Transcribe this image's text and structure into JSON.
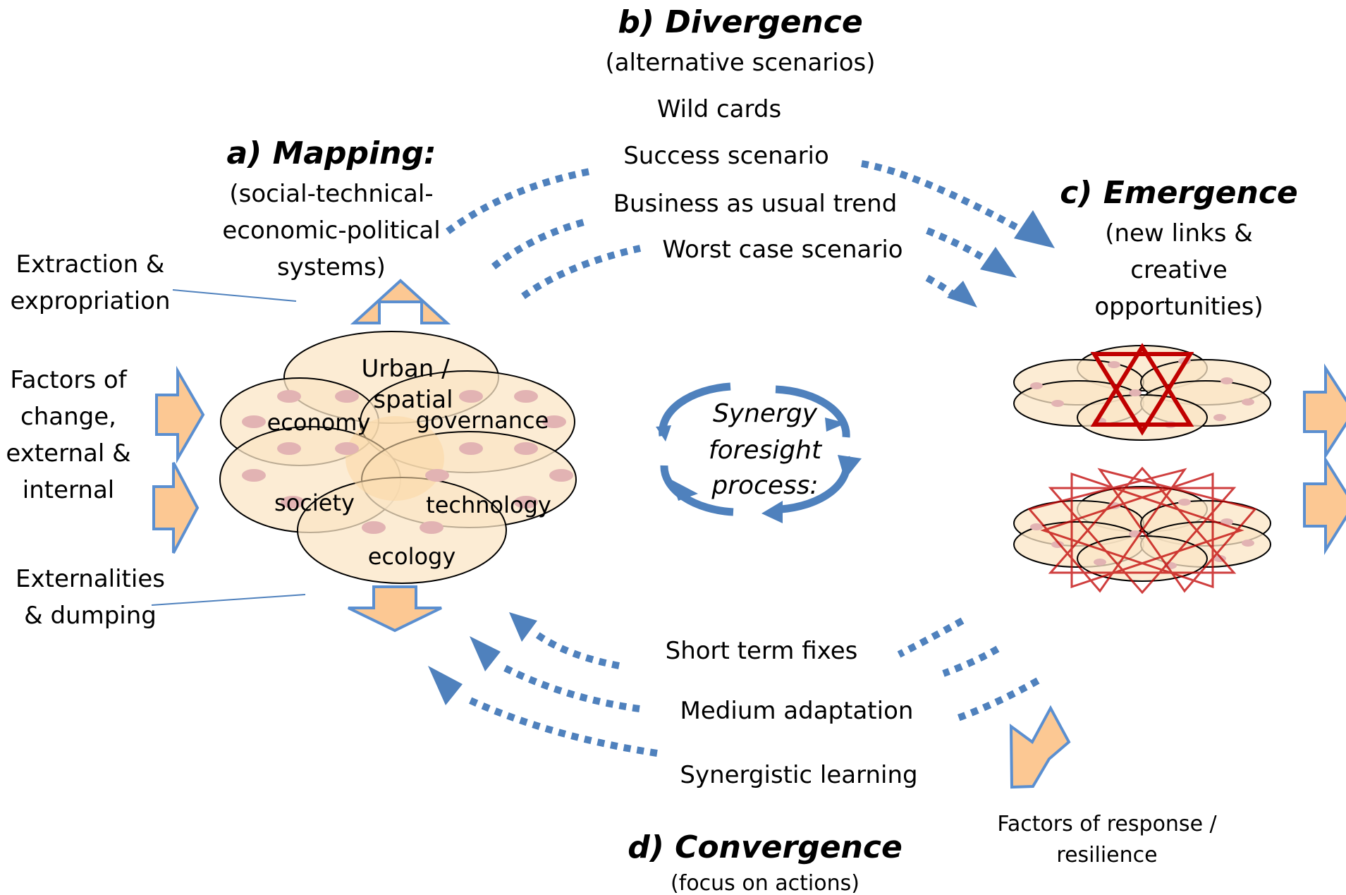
{
  "divergence": {
    "title": "b) Divergence",
    "subtitle": "(alternative scenarios)",
    "scenarios": [
      "Wild cards",
      "Success scenario",
      "Business as usual trend",
      "Worst case scenario"
    ]
  },
  "mapping": {
    "title": "a) Mapping:",
    "subtitle_lines": [
      "(social-technical-",
      "economic-political",
      "systems)"
    ],
    "domains": [
      "Urban /",
      "spatial",
      "economy",
      "governance",
      "society",
      "technology",
      "ecology"
    ]
  },
  "emergence": {
    "title": "c) Emergence",
    "subtitle_lines": [
      "(new links &",
      "creative",
      "opportunities)"
    ]
  },
  "convergence": {
    "title": "d) Convergence",
    "subtitle": "(focus on actions)",
    "actions": [
      "Short term fixes",
      "Medium adaptation",
      "Synergistic learning"
    ]
  },
  "left_factors": {
    "extraction": [
      "Extraction &",
      "expropriation"
    ],
    "change": [
      "Factors of",
      "change,",
      "external &",
      "internal"
    ],
    "externalities": [
      "Externalities",
      "& dumping"
    ]
  },
  "response": [
    "Factors of response /",
    "resilience"
  ],
  "center": [
    "Synergy",
    "foresight",
    "process:"
  ],
  "colors": {
    "arrow_blue": "#4f81bd",
    "block_fill": "#fcc893",
    "ellipse_fill": "#fbe6c6",
    "star_red": "#c00000"
  }
}
